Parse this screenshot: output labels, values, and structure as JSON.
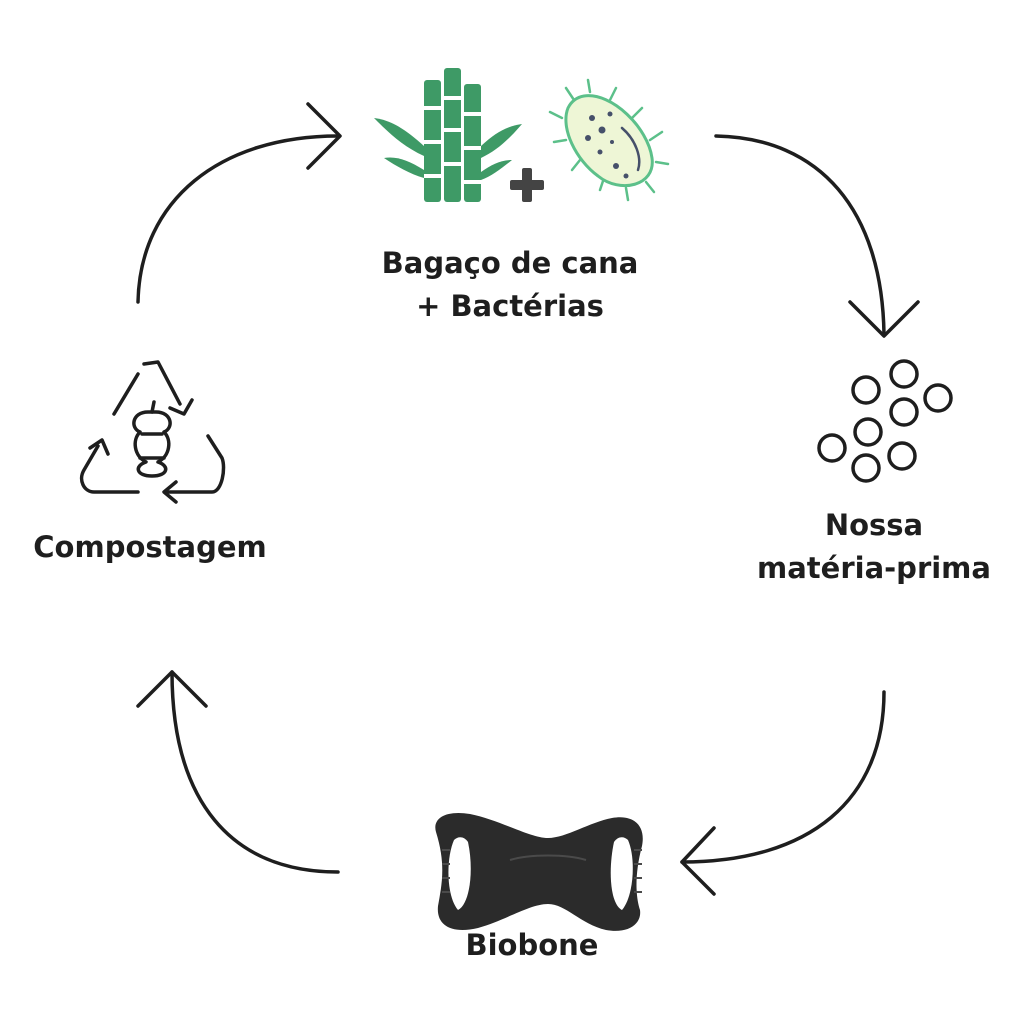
{
  "colors": {
    "ink": "#1e1e1e",
    "cane_green": "#3e9a66",
    "bacteria_green": "#5cc08a",
    "bacteria_fill": "#eef6d6",
    "bacteria_dots": "#46506a",
    "plus_grey": "#444444",
    "biobone": "#2b2b2b"
  },
  "stages": {
    "feedstock": {
      "line1": "Bagaço de cana",
      "line2": "+ Bactérias",
      "icons": [
        "sugarcane-icon",
        "plus-icon",
        "bacterium-icon"
      ]
    },
    "raw_material": {
      "line1": "Nossa",
      "line2": "matéria-prima",
      "icons": [
        "granules-icon"
      ]
    },
    "product": {
      "line1": "Biobone",
      "icons": [
        "biobone-toy-icon"
      ]
    },
    "compost": {
      "line1": "Compostagem",
      "icons": [
        "recycle-apple-core-icon"
      ]
    }
  }
}
